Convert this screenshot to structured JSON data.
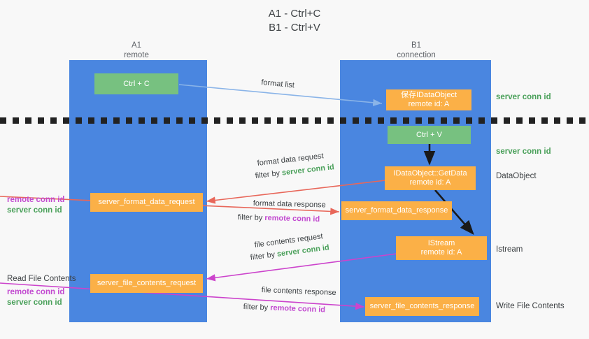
{
  "title": {
    "line1": "A1 - Ctrl+C",
    "line2": "B1 - Ctrl+V"
  },
  "columns": [
    {
      "name": "A1",
      "sub": "remote"
    },
    {
      "name": "B1",
      "sub": "connection"
    }
  ],
  "boxes": {
    "ctrl_c": "Ctrl + C",
    "ctrl_v": "Ctrl + V",
    "save_idataobject": "保存IDataObject\nremote id: A",
    "getdata": "IDataObject::GetData\nremote id: A",
    "istream": "IStream\nremote id: A",
    "server_format_data_request": "server_format_data_request",
    "server_format_data_response": "server_format_data_response",
    "server_file_contents_request": "server_file_contents_request",
    "server_file_contents_response": "server_file_contents_response"
  },
  "right_labels": {
    "conn_id_1": "server conn id",
    "conn_id_2": "server conn id",
    "dataobject": "DataObject",
    "istream": "Istream",
    "write_file_contents": "Write File Contents"
  },
  "left_labels": {
    "format_remote": "remote conn id",
    "format_server": "server conn id",
    "read_file_contents": "Read File Contents",
    "file_remote": "remote conn id",
    "file_server": "server conn id"
  },
  "captions": {
    "format_list": "format list",
    "format_data_request": "format data request",
    "format_data_request_filter_pre": "filter by ",
    "format_data_request_filter_hl": "server conn id",
    "format_data_response": "format data response",
    "format_data_response_filter_pre": "filter by ",
    "format_data_response_filter_hl": "remote conn id",
    "file_contents_request": "file contents request",
    "file_contents_request_filter_pre": "filter by ",
    "file_contents_request_filter_hl": "server conn id",
    "file_contents_response": "file contents response",
    "file_contents_response_filter_pre": "filter by ",
    "file_contents_response_filter_hl": "remote conn id"
  },
  "colors": {
    "lane": "#4a86e0",
    "green_box": "#77c180",
    "orange_box": "#fbb047",
    "server_conn": "#4aa05a",
    "remote_conn": "#c24ad0",
    "arrow_blue": "#8ab4e8",
    "arrow_red": "#e8675a",
    "arrow_magenta": "#cc44cc",
    "arrow_black": "#1a1a1a",
    "background": "#f8f8f8"
  }
}
